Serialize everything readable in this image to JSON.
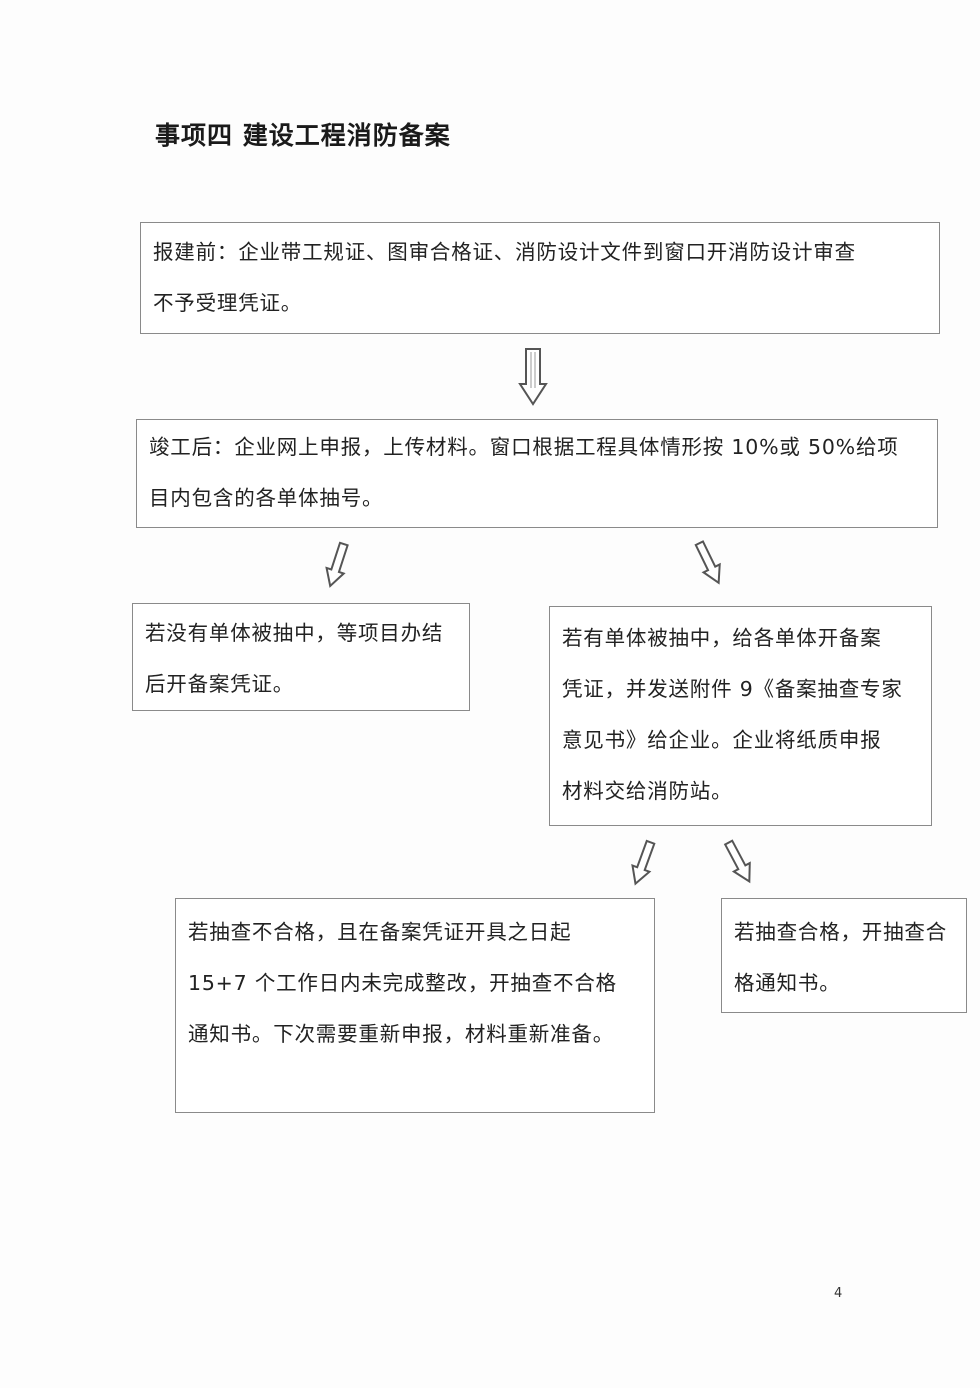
{
  "title": "事项四  建设工程消防备案",
  "nodes": [
    {
      "id": "before_construction",
      "lines": [
        "报建前：企业带工规证、图审合格证、消防设计文件到窗口开消防设计审查",
        "不予受理凭证。"
      ]
    },
    {
      "id": "after_completion",
      "lines": [
        "竣工后：企业网上申报，上传材料。窗口根据工程具体情形按 10%或 50%给项",
        "目内包含的各单体抽号。"
      ]
    },
    {
      "id": "not_selected",
      "lines": [
        "若没有单体被抽中，等项目办结",
        "后开备案凭证。"
      ]
    },
    {
      "id": "selected",
      "lines": [
        "若有单体被抽中，给各单体开备案",
        "凭证，并发送附件 9《备案抽查专家",
        "意见书》给企业。企业将纸质申报",
        "材料交给消防站。"
      ]
    },
    {
      "id": "check_failed",
      "lines": [
        "若抽查不合格，且在备案凭证开具之日起",
        "15+7 个工作日内未完成整改，开抽查不合格",
        "通知书。下次需要重新申报，材料重新准备。"
      ]
    },
    {
      "id": "check_passed",
      "lines": [
        "若抽查合格，开抽查合",
        "格通知书。"
      ]
    }
  ],
  "edges": [
    {
      "from": "before_construction",
      "to": "after_completion"
    },
    {
      "from": "after_completion",
      "to": "not_selected"
    },
    {
      "from": "after_completion",
      "to": "selected"
    },
    {
      "from": "selected",
      "to": "check_failed"
    },
    {
      "from": "selected",
      "to": "check_passed"
    }
  ],
  "page_number": "4",
  "colors": {
    "border": "#8a8a8a",
    "arrow": "#555555",
    "text": "#222222"
  }
}
